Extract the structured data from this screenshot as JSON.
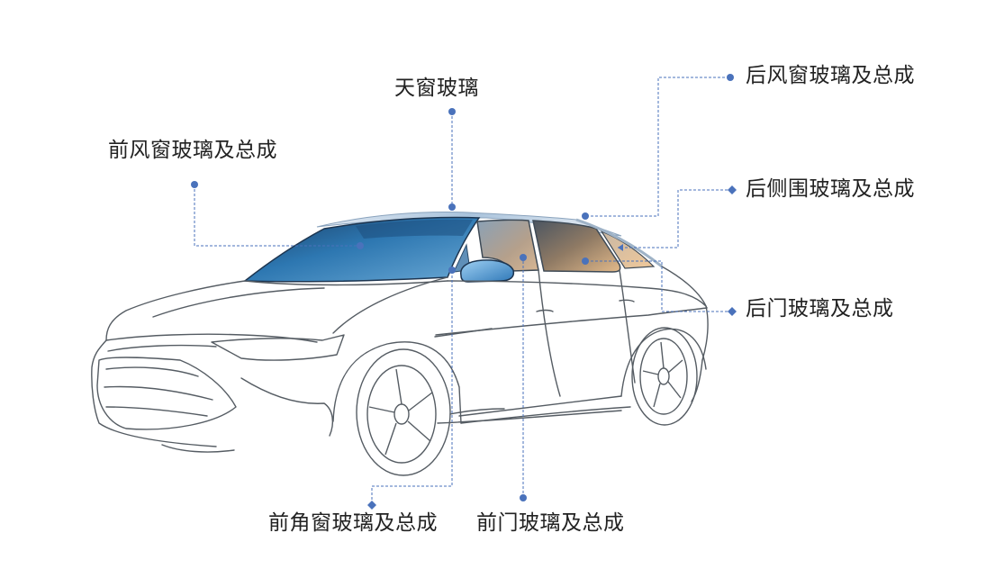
{
  "diagram": {
    "accent_color": "#4a72bb",
    "callouts": {
      "sunroof": {
        "label": "天窗玻璃"
      },
      "front_windshield": {
        "label": "前风窗玻璃及总成"
      },
      "rear_windshield": {
        "label": "后风窗玻璃及总成"
      },
      "rear_quarter_glass": {
        "label": "后侧围玻璃及总成"
      },
      "rear_door_glass": {
        "label": "后门玻璃及总成"
      },
      "front_quarter_glass": {
        "label": "前角窗玻璃及总成"
      },
      "front_door_glass": {
        "label": "前门玻璃及总成"
      }
    }
  }
}
